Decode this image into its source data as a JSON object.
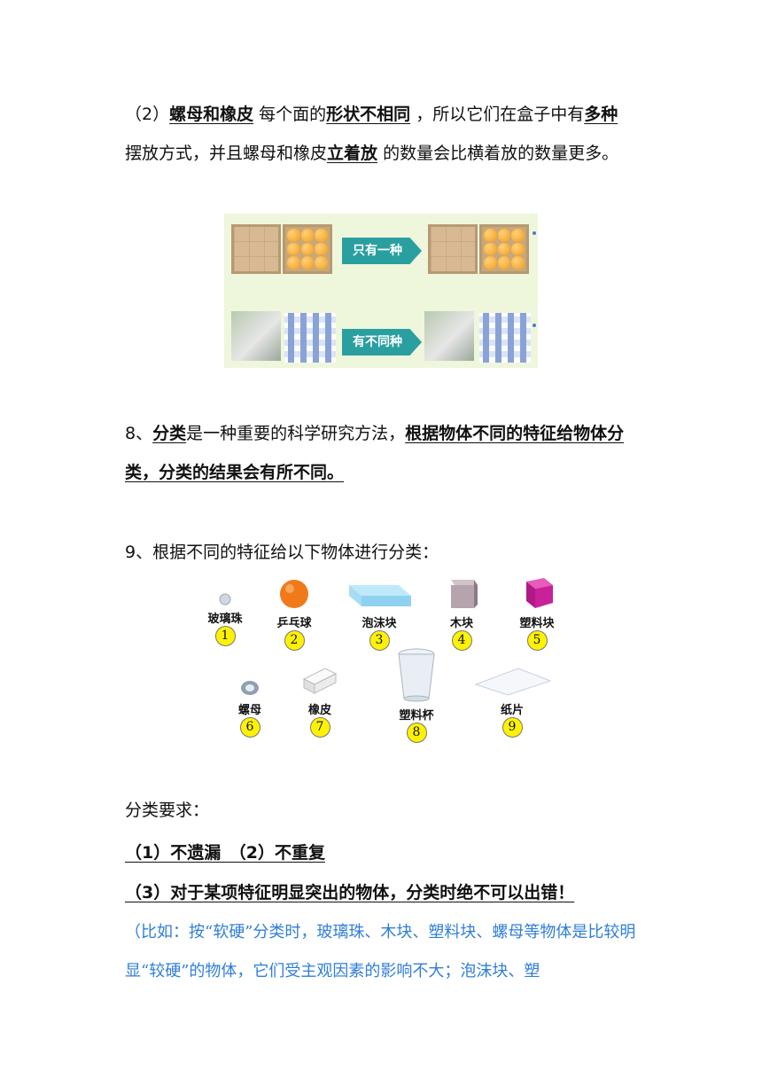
{
  "para2": {
    "prefix": "（2）",
    "u1": "螺母和橡皮",
    "t1": " 每个面的",
    "u2": "形状不相同",
    "t2": " ，所以它们在盒子中有",
    "u3": "多种",
    "t3": " 摆放方式，并且螺母和橡皮",
    "u4": "立着放",
    "t4": " 的数量会比横着放的数量更多。"
  },
  "figure1": {
    "arrow_top": "只有一种",
    "arrow_bottom": "有不同种"
  },
  "para8": {
    "prefix": "8、",
    "u1": "分类",
    "t1": "是一种重要的科学研究方法，",
    "u2": "根据物体不同的特征给物体分类，分类的结果会有所不同。"
  },
  "para9": {
    "text": "9、根据不同的特征给以下物体进行分类："
  },
  "objects": [
    {
      "label": "玻璃珠",
      "num": "1"
    },
    {
      "label": "乒乓球",
      "num": "2"
    },
    {
      "label": "泡沫块",
      "num": "3"
    },
    {
      "label": "木块",
      "num": "4"
    },
    {
      "label": "塑料块",
      "num": "5"
    },
    {
      "label": "螺母",
      "num": "6"
    },
    {
      "label": "橡皮",
      "num": "7"
    },
    {
      "label": "塑料杯",
      "num": "8"
    },
    {
      "label": "纸片",
      "num": "9"
    }
  ],
  "requirements": {
    "heading": "分类要求：",
    "r1": "（1）不遗漏　（2）不重复",
    "r3": "（3）对于某项特征明显突出的物体，分类时绝不可以出错！",
    "note": "（比如：按“软硬”分类时，玻璃珠、木块、塑料块、螺母等物体是比较明显“较硬”的物体，它们受主观因素的影响不大；泡沫块、塑"
  }
}
